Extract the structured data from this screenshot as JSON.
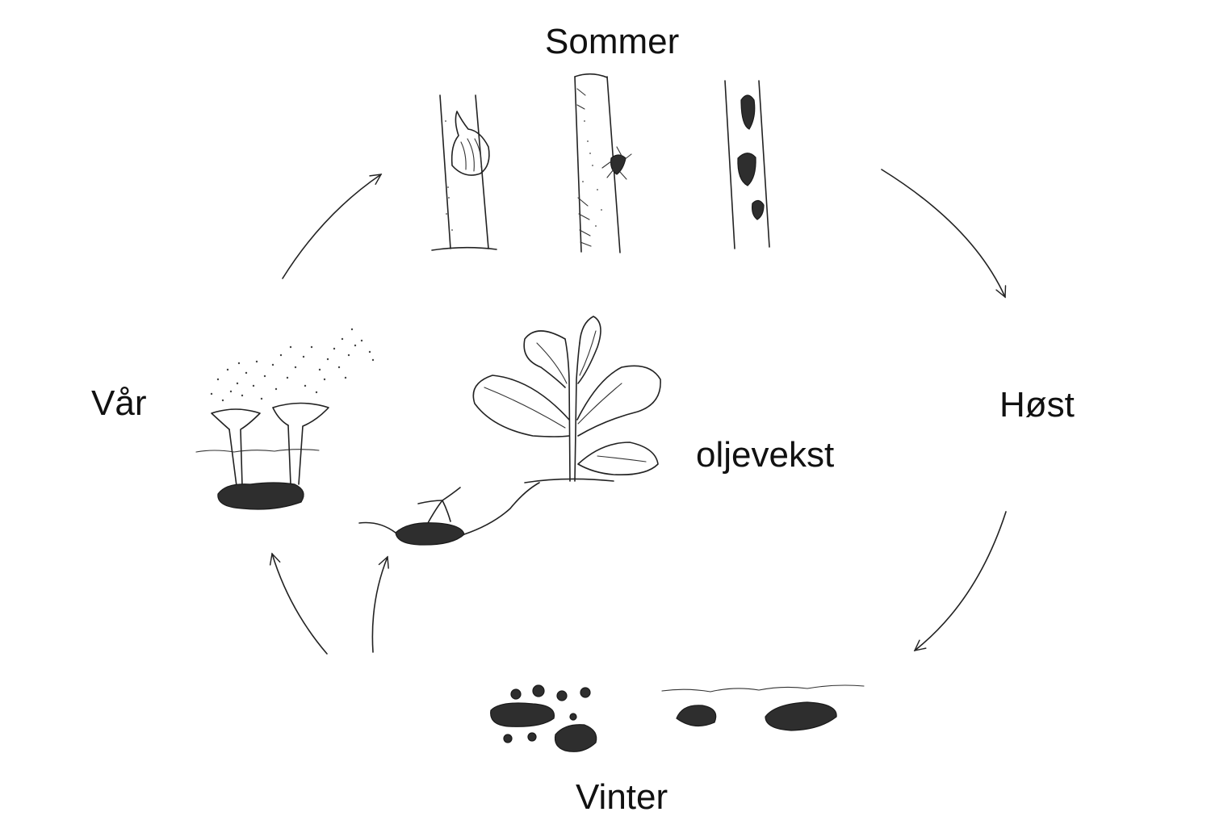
{
  "labels": {
    "summer": "Sommer",
    "autumn": "Høst",
    "winter": "Vinter",
    "spring": "Vår",
    "crop": "oljevekst"
  },
  "colors": {
    "ink": "#222222",
    "sclerotia": "#2e2e2e",
    "background": "#ffffff"
  }
}
